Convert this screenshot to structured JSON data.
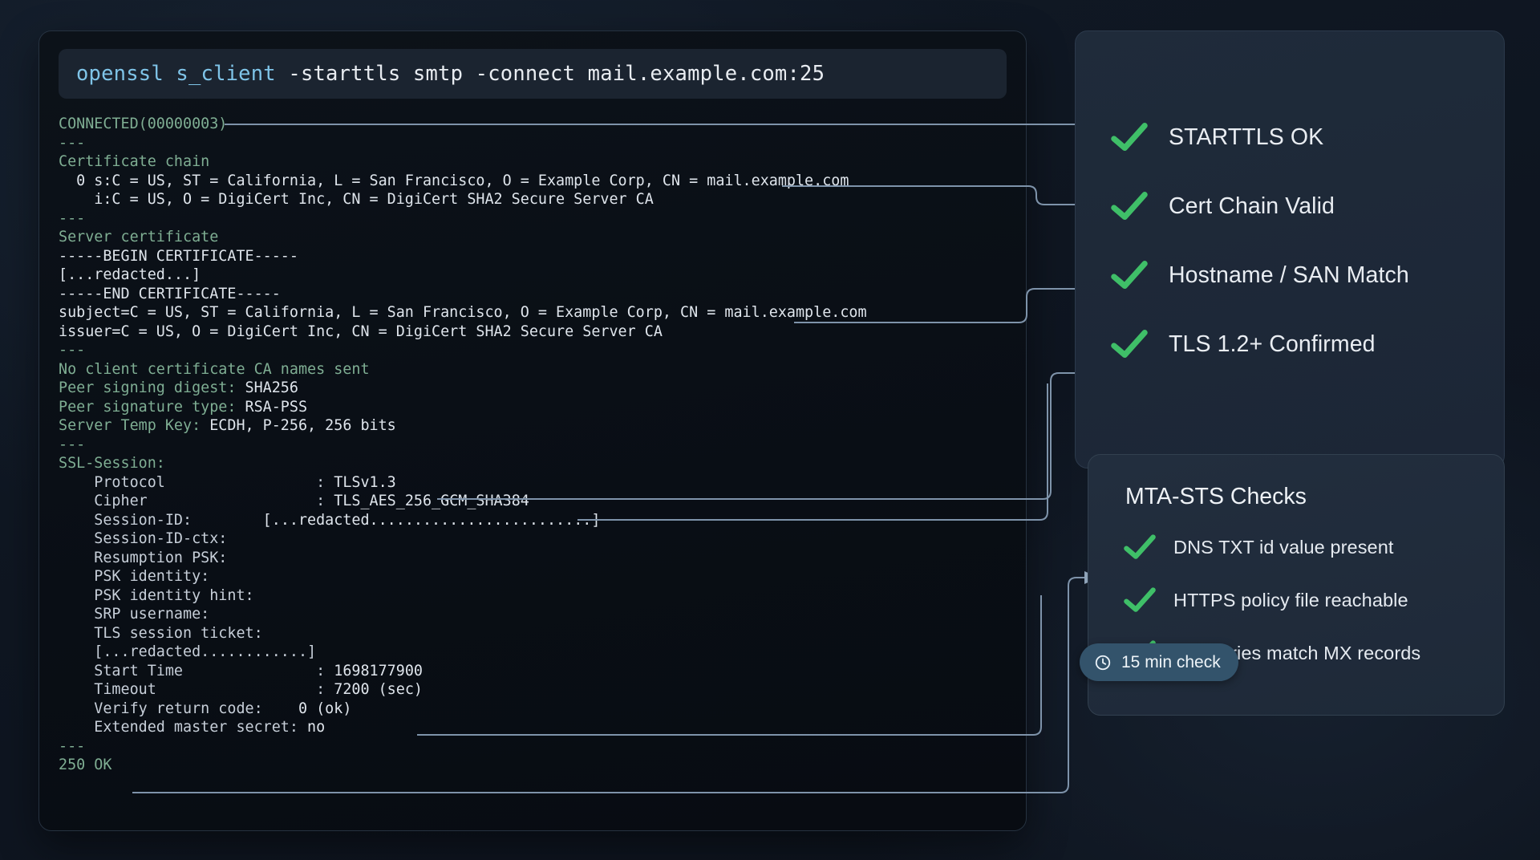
{
  "terminal": {
    "command": {
      "program": "openssl s_client",
      "args": " -starttls smtp -connect mail.example.com:25"
    },
    "lines": [
      {
        "id": "l1",
        "text": "CONNECTED(00000003)",
        "style": "g"
      },
      {
        "id": "l2",
        "text": "---",
        "style": "g"
      },
      {
        "id": "l3",
        "text": "Certificate chain",
        "style": "g"
      },
      {
        "id": "l4",
        "text": "  0 s:C = US, ST = California, L = San Francisco, O = Example Corp, CN = mail.example.com",
        "style": "w"
      },
      {
        "id": "l5",
        "text": "    i:C = US, O = DigiCert Inc, CN = DigiCert SHA2 Secure Server CA",
        "style": "w"
      },
      {
        "id": "l6",
        "text": "---",
        "style": "g"
      },
      {
        "id": "l7",
        "text": "Server certificate",
        "style": "g"
      },
      {
        "id": "l8",
        "text": "-----BEGIN CERTIFICATE-----",
        "style": "w"
      },
      {
        "id": "l9",
        "text": "[...redacted...]",
        "style": "w"
      },
      {
        "id": "l10",
        "text": "-----END CERTIFICATE-----",
        "style": "w"
      },
      {
        "id": "l11",
        "text": "subject=C = US, ST = California, L = San Francisco, O = Example Corp, CN = mail.example.com",
        "style": "w"
      },
      {
        "id": "l12",
        "text": "issuer=C = US, O = DigiCert Inc, CN = DigiCert SHA2 Secure Server CA",
        "style": "w"
      },
      {
        "id": "l13",
        "text": "---",
        "style": "g"
      },
      {
        "id": "l14",
        "text": "No client certificate CA names sent",
        "style": "g"
      },
      {
        "id": "l15",
        "label": "Peer signing digest: ",
        "value": "SHA256",
        "style": "kv"
      },
      {
        "id": "l16",
        "label": "Peer signature type: ",
        "value": "RSA-PSS",
        "style": "kv"
      },
      {
        "id": "l17",
        "label": "Server Temp Key: ",
        "value": "ECDH, P-256, 256 bits",
        "style": "kv"
      },
      {
        "id": "l18",
        "text": "---",
        "style": "g"
      },
      {
        "id": "l19",
        "text": "SSL-Session:",
        "style": "g"
      },
      {
        "id": "l20",
        "label": "    Protocol                 : ",
        "value": "TLSv1.3",
        "style": "kv2"
      },
      {
        "id": "l21",
        "label": "    Cipher                   : ",
        "value": "TLS_AES_256_GCM_SHA384",
        "style": "kv2"
      },
      {
        "id": "l22",
        "label": "    Session-ID:        ",
        "value": "[...redacted.........................]",
        "style": "kv2"
      },
      {
        "id": "l23",
        "label": "    Session-ID-ctx:",
        "value": "",
        "style": "kv2"
      },
      {
        "id": "l24",
        "label": "    Resumption PSK:",
        "value": "",
        "style": "kv2"
      },
      {
        "id": "l25",
        "label": "    PSK identity:",
        "value": "",
        "style": "kv2"
      },
      {
        "id": "l26",
        "label": "    PSK identity hint:",
        "value": "",
        "style": "kv2"
      },
      {
        "id": "l27",
        "label": "    SRP username:",
        "value": "",
        "style": "kv2"
      },
      {
        "id": "l28",
        "label": "    TLS session ticket:",
        "value": "",
        "style": "kv2"
      },
      {
        "id": "l29",
        "label": "    [...redacted............]",
        "value": "",
        "style": "kv2"
      },
      {
        "id": "l30",
        "label": "    Start Time               : ",
        "value": "1698177900",
        "style": "kv2"
      },
      {
        "id": "l31",
        "label": "    Timeout                  : ",
        "value": "7200 (sec)",
        "style": "kv2"
      },
      {
        "id": "l32",
        "label": "    Verify return code:    ",
        "value": "0 (ok)",
        "style": "kv2"
      },
      {
        "id": "l33",
        "label": "    Extended master secret: ",
        "value": "no",
        "style": "kv2"
      },
      {
        "id": "l34",
        "text": "---",
        "style": "g"
      },
      {
        "id": "l35",
        "text": "250 OK",
        "style": "g"
      }
    ]
  },
  "results_panel": {
    "items": [
      {
        "label": "STARTTLS OK",
        "icon": "check-icon"
      },
      {
        "label": "Cert Chain Valid",
        "icon": "check-icon"
      },
      {
        "label": "Hostname / SAN Match",
        "icon": "check-icon"
      },
      {
        "label": "TLS 1.2+ Confirmed",
        "icon": "check-icon"
      }
    ]
  },
  "mta_panel": {
    "title": "MTA-STS Checks",
    "items": [
      {
        "label": "DNS TXT id value present",
        "icon": "check-icon"
      },
      {
        "label": "HTTPS policy file reachable",
        "icon": "check-icon"
      },
      {
        "label": "mx entries match MX records",
        "icon": "check-icon"
      }
    ]
  },
  "badge": {
    "label": "15 min check",
    "icon": "clock-icon"
  },
  "colors": {
    "check_green": "#3fbf68",
    "accent_cyan": "#7fc4e8",
    "terminal_green": "#7fae93",
    "badge_bg": "#33536b",
    "wire": "#8fa3b8"
  }
}
